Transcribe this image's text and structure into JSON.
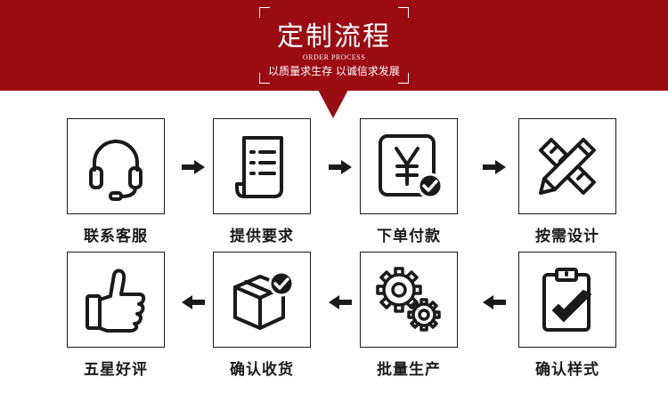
{
  "header": {
    "title": "定制流程",
    "subtitle": "ORDER PROCESS",
    "slogan": "以质量求生存 以诚信求发展",
    "color": "#9a0c12"
  },
  "steps": [
    {
      "label": "联系客服",
      "icon": "headset-icon"
    },
    {
      "label": "提供要求",
      "icon": "document-list-icon"
    },
    {
      "label": "下单付款",
      "icon": "yen-payment-icon"
    },
    {
      "label": "按需设计",
      "icon": "ruler-pencil-icon"
    },
    {
      "label": "确认样式",
      "icon": "clipboard-check-icon"
    },
    {
      "label": "批量生产",
      "icon": "gears-icon"
    },
    {
      "label": "确认收货",
      "icon": "package-check-icon"
    },
    {
      "label": "五星好评",
      "icon": "thumbs-up-icon"
    }
  ]
}
